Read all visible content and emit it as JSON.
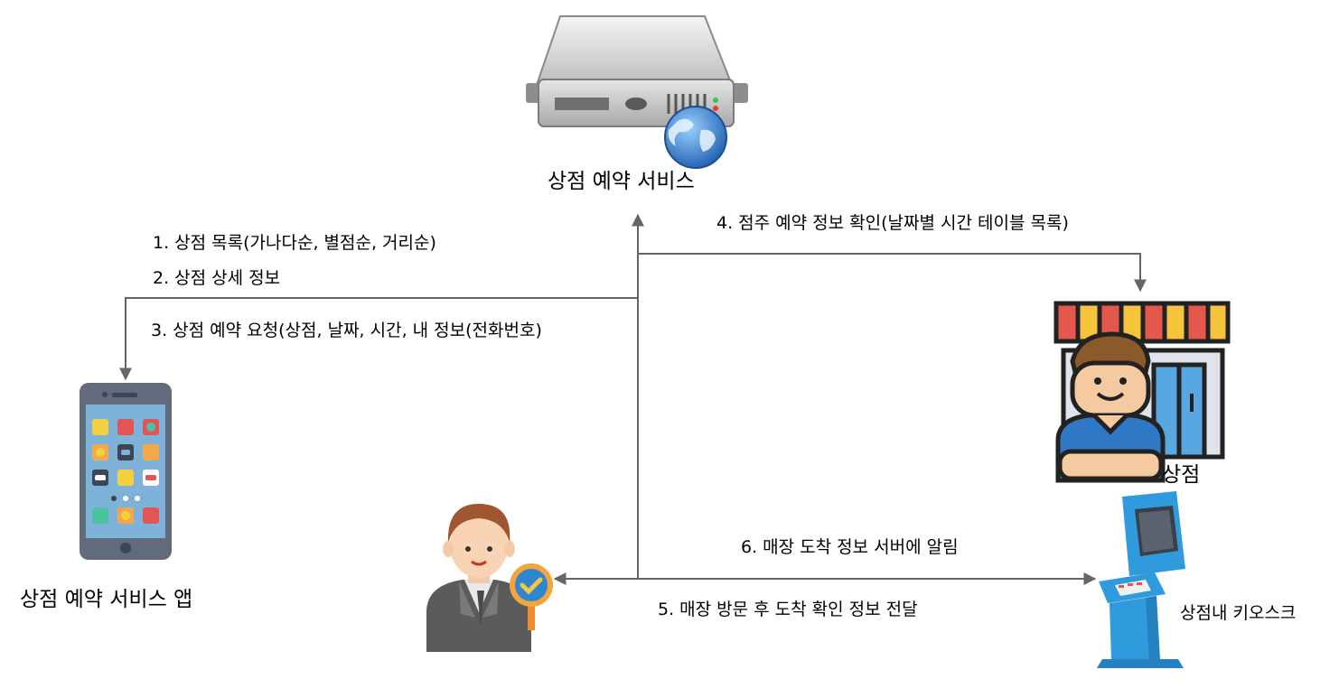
{
  "nodes": {
    "server": {
      "label": "상점 예약 서비스",
      "icon": "server-globe-icon"
    },
    "app": {
      "label": "상점 예약 서비스 앱",
      "icon": "smartphone-icon"
    },
    "store": {
      "label": "상점",
      "icon": "store-owner-icon"
    },
    "customer": {
      "icon": "verified-user-icon"
    },
    "kiosk": {
      "label": "상점내 키오스크",
      "icon": "kiosk-icon"
    }
  },
  "steps": [
    {
      "text": "1. 상점 목록(가나다순, 별점순, 거리순)"
    },
    {
      "text": "2. 상점 상세 정보"
    },
    {
      "text": "3. 상점 예약 요청(상점, 날짜, 시간, 내 정보(전화번호)"
    },
    {
      "text": "4. 점주 예약 정보 확인(날짜별 시간 테이블 목록)"
    },
    {
      "text": "5. 매장 방문 후 도착 확인 정보 전달"
    },
    {
      "text": "6. 매장 도착 정보 서버에 알림"
    }
  ],
  "colors": {
    "line": "#666666",
    "kiosk": "#2f9bdc",
    "awning_red": "#e4574c",
    "awning_yellow": "#f6c33d"
  }
}
